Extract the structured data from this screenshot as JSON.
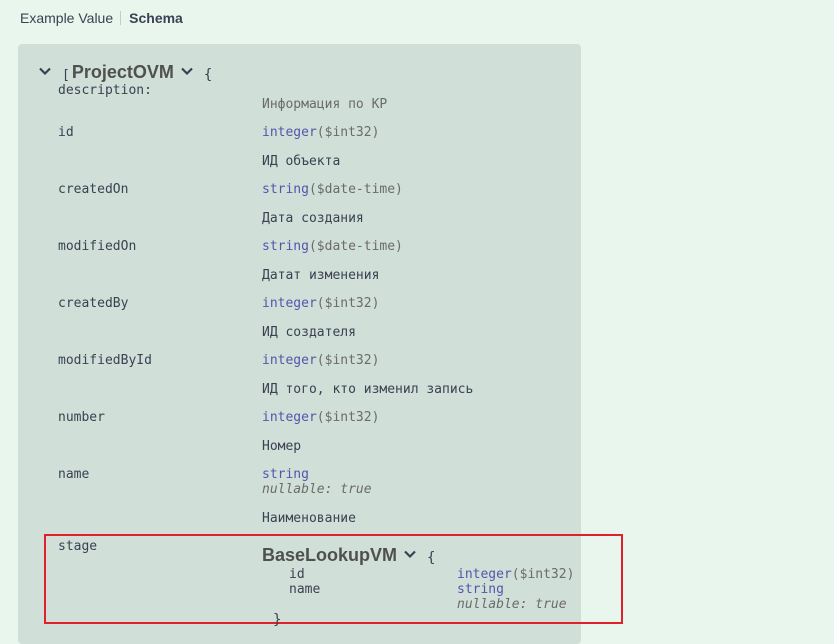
{
  "tabs": {
    "example_value": "Example Value",
    "schema": "Schema"
  },
  "model": {
    "bracket": "[",
    "name": "ProjectOVM",
    "open_brace": "{",
    "description_label": "description:",
    "description_value": "Информация по КР"
  },
  "properties": [
    {
      "name": "id",
      "type": "integer",
      "format": "($int32)",
      "desc": "ИД объекта"
    },
    {
      "name": "createdOn",
      "type": "string",
      "format": "($date-time)",
      "desc": "Дата создания"
    },
    {
      "name": "modifiedOn",
      "type": "string",
      "format": "($date-time)",
      "desc": "Датат изменения"
    },
    {
      "name": "createdBy",
      "type": "integer",
      "format": "($int32)",
      "desc": "ИД создателя"
    },
    {
      "name": "modifiedById",
      "type": "integer",
      "format": "($int32)",
      "desc": "ИД того, кто изменил запись"
    },
    {
      "name": "number",
      "type": "integer",
      "format": "($int32)",
      "desc": "Номер"
    },
    {
      "name": "name",
      "type": "string",
      "format": "",
      "nullable": "nullable: true",
      "desc": "Наименование"
    }
  ],
  "stage": {
    "name": "stage",
    "model_name": "BaseLookupVM",
    "open_brace": "{",
    "close_brace": "}",
    "fields": [
      {
        "name": "id",
        "type": "integer",
        "format": "($int32)"
      },
      {
        "name": "name",
        "type": "string",
        "format": "",
        "nullable": "nullable: true"
      }
    ]
  },
  "colors": {
    "background": "#e8f6ee",
    "panel": "#d0dfd8",
    "type": "#5555aa",
    "highlight": "#e0202b"
  },
  "icons": {
    "expand": "chevron-down-icon"
  }
}
